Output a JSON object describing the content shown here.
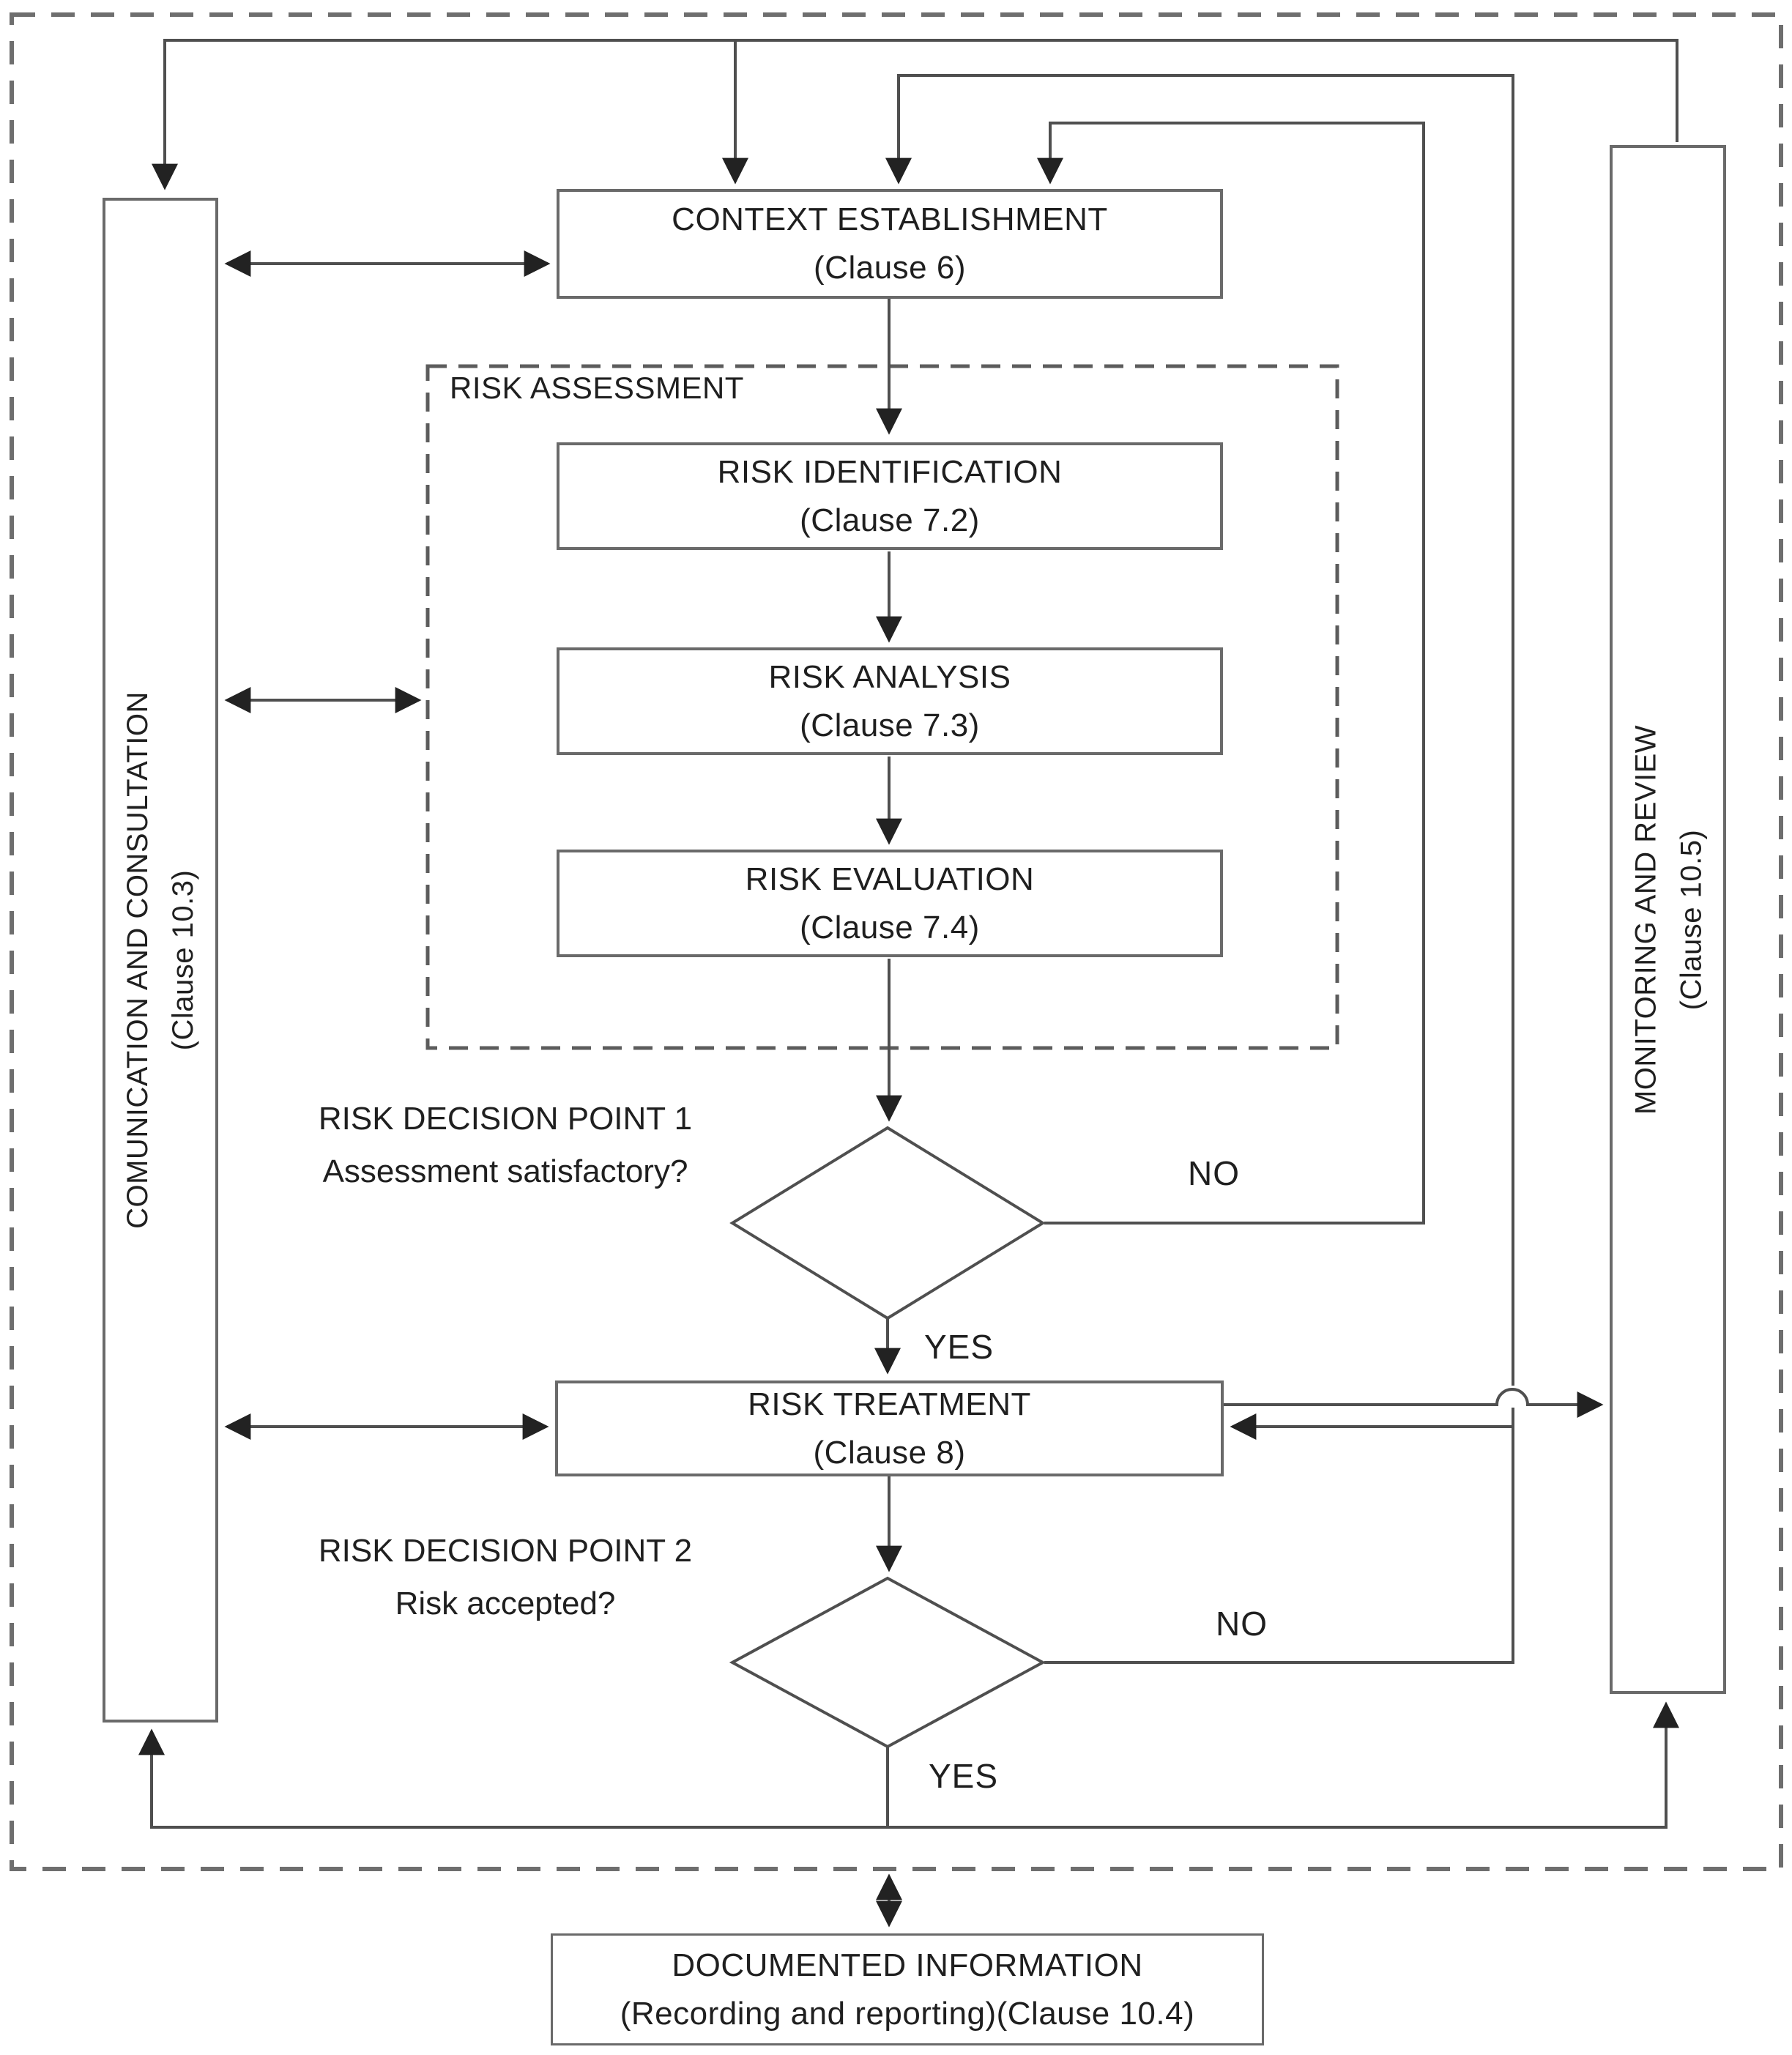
{
  "diagram": {
    "nodes": {
      "context": {
        "title": "CONTEXT ESTABLISHMENT",
        "clause": "(Clause 6)"
      },
      "risk_identification": {
        "title": "RISK IDENTIFICATION",
        "clause": "(Clause 7.2)"
      },
      "risk_analysis": {
        "title": "RISK ANALYSIS",
        "clause": "(Clause 7.3)"
      },
      "risk_evaluation": {
        "title": "RISK EVALUATION",
        "clause": "(Clause 7.4)"
      },
      "risk_treatment": {
        "title": "RISK TREATMENT",
        "clause": "(Clause 8)"
      },
      "documented_information": {
        "title": "DOCUMENTED INFORMATION",
        "clause": "(Recording and reporting)(Clause 10.4)"
      }
    },
    "groups": {
      "risk_assessment_label": "RISK ASSESSMENT"
    },
    "side_bars": {
      "communication": {
        "title": "COMUNICATION AND CONSULTATION",
        "clause": "(Clause 10.3)"
      },
      "monitoring": {
        "title": "MONITORING AND REVIEW",
        "clause": "(Clause 10.5)"
      }
    },
    "decisions": {
      "point1": {
        "label_line1": "RISK DECISION POINT 1",
        "label_line2": "Assessment satisfactory?",
        "yes": "YES",
        "no": "NO"
      },
      "point2": {
        "label_line1": "RISK DECISION POINT 2",
        "label_line2": "Risk accepted?",
        "yes": "YES",
        "no": "NO"
      }
    },
    "colors": {
      "line": "#4f4f4f",
      "border": "#6a6a6a",
      "text": "#1f1f1f",
      "background": "#ffffff"
    }
  }
}
